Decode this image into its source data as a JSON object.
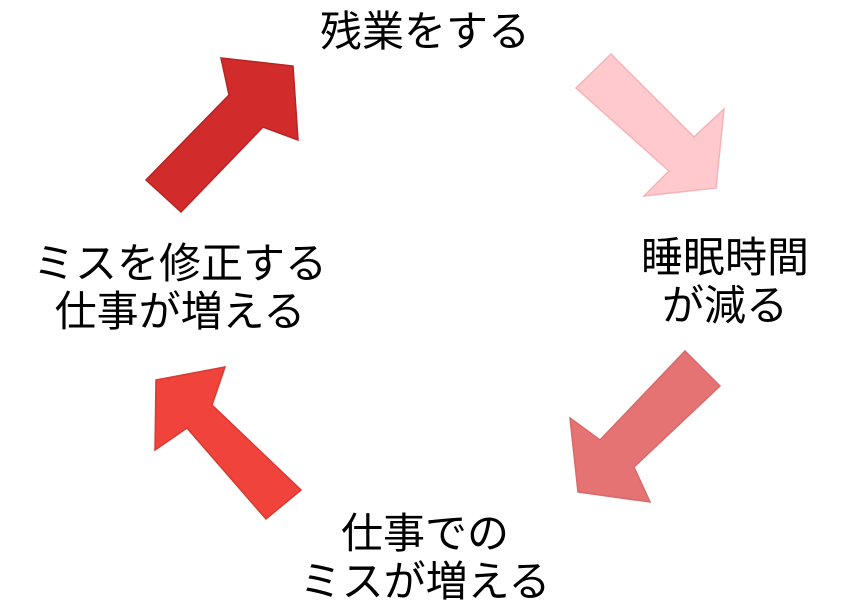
{
  "diagram": {
    "nodes": {
      "top": {
        "lines": [
          "残業をする"
        ]
      },
      "right": {
        "lines": [
          "睡眠時間",
          "が減る"
        ]
      },
      "bottom": {
        "lines": [
          "仕事での",
          "ミスが増える"
        ]
      },
      "left": {
        "lines": [
          "ミスを修正する",
          "仕事が増える"
        ]
      }
    },
    "arrows": {
      "top_right": {
        "color": "#ffc9cd",
        "stroke": "#f5b3b8"
      },
      "bottom_right": {
        "color": "#e57373",
        "stroke": "#d96a6a"
      },
      "bottom_left": {
        "color": "#f0433b",
        "stroke": "#d93a33"
      },
      "top_left": {
        "color": "#d12b2b",
        "stroke": "#b82424"
      }
    }
  }
}
